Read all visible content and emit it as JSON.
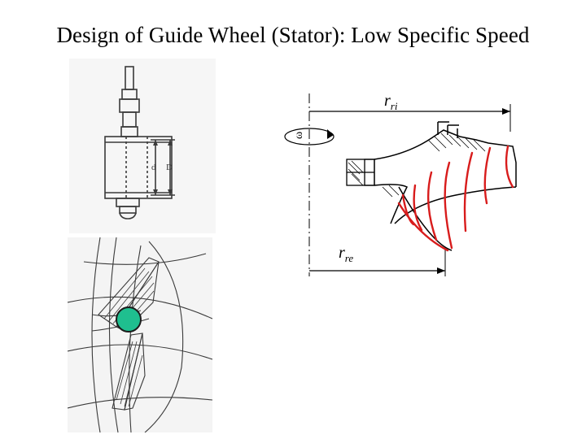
{
  "slide": {
    "title": "Design of Guide Wheel (Stator): Low Specific Speed"
  },
  "diagram": {
    "top_dimension_label": {
      "main": "r",
      "sub": "ri"
    },
    "bottom_dimension_label": {
      "main": "r",
      "sub": "re"
    },
    "rotation_label": "ω",
    "shaft_label_a": "d",
    "shaft_label_b": "D"
  },
  "colors": {
    "accent_marker": "#1fbf8f",
    "blade_lines": "#d81c1c",
    "sketch_ink": "#3a3a3a"
  }
}
